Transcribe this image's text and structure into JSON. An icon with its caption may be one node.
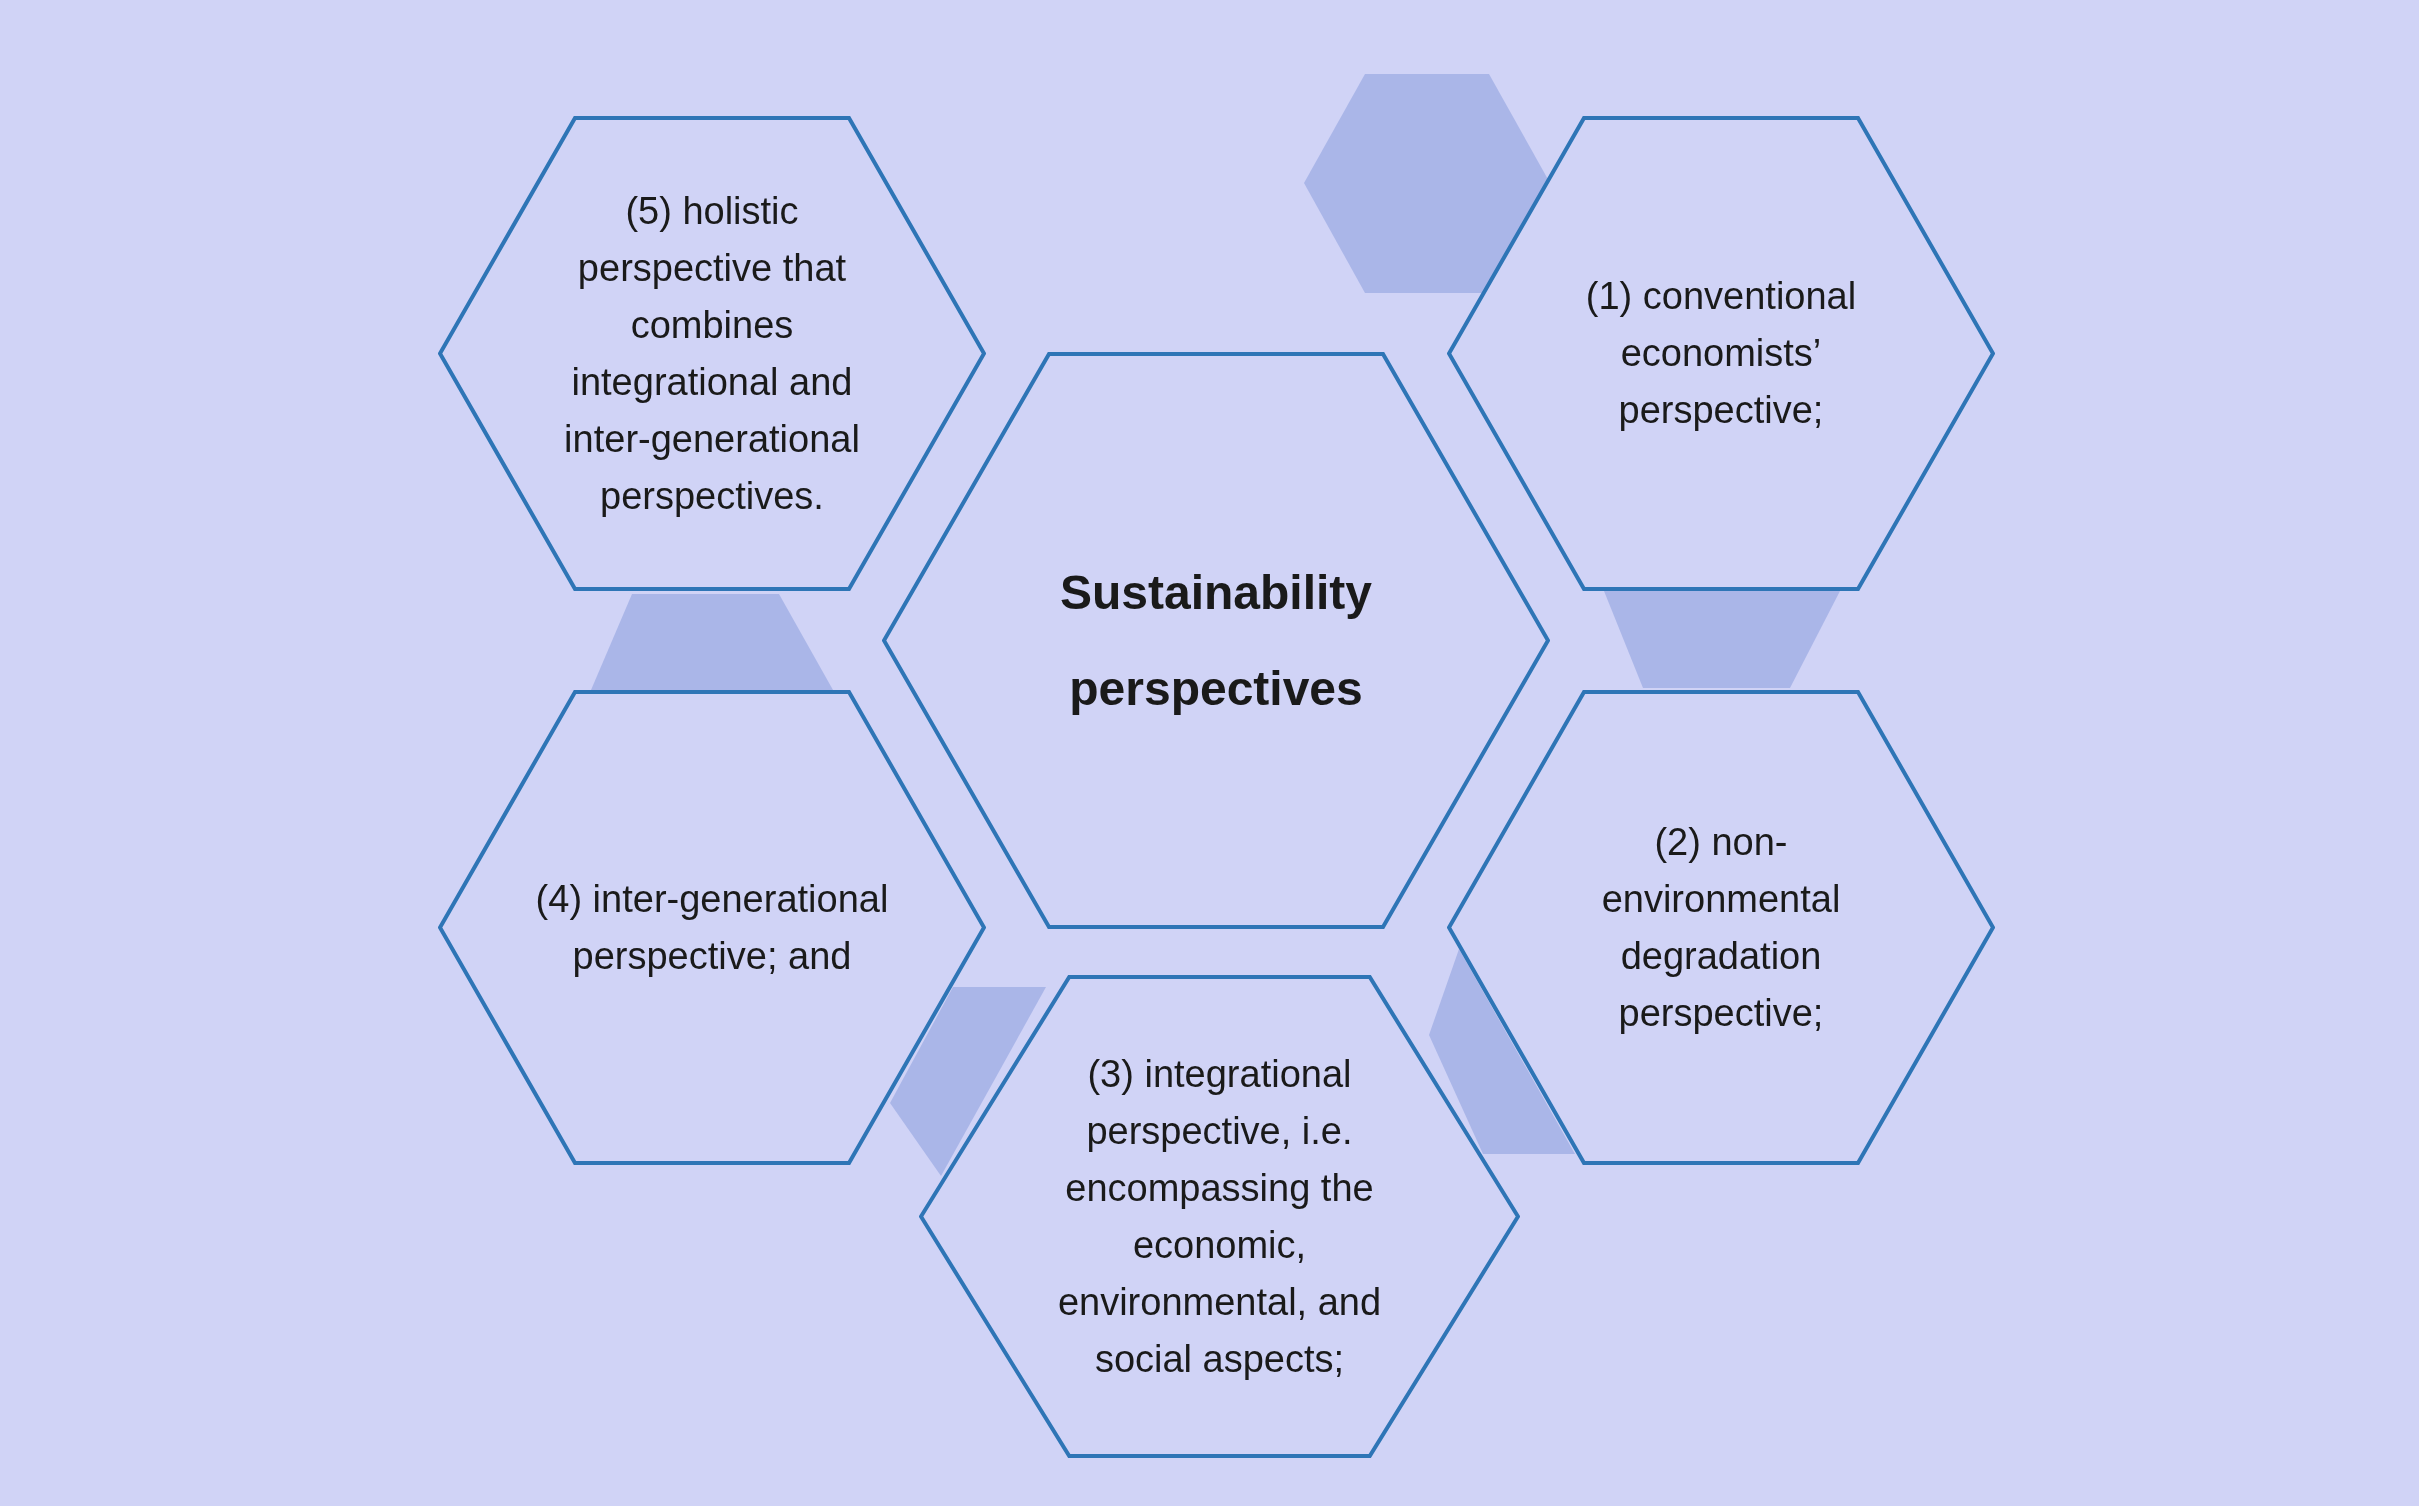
{
  "diagram": {
    "nodes": [
      {
        "text": [
          "Sustainability perspectives"
        ]
      },
      {
        "text": [
          "(1) conventional economists’ perspective;"
        ]
      },
      {
        "text": [
          "(2) non-environmental degradation perspective;"
        ]
      },
      {
        "text": [
          "(3) integrational perspective, i.e. encompassing the economic, environmental, and social aspects;"
        ]
      },
      {
        "text": [
          "(4) inter-generational perspective; and"
        ]
      },
      {
        "text": [
          "(5) holistic perspective that combines integrational and inter-generational perspectives."
        ]
      },
      {
        "text": [],
        "shape": "hexagon"
      },
      {
        "text": [],
        "shape": "hexagon"
      },
      {
        "text": [],
        "shape": "hexagon"
      },
      {
        "text": [],
        "shape": "hexagon"
      },
      {
        "text": [],
        "shape": "hexagon"
      }
    ]
  }
}
